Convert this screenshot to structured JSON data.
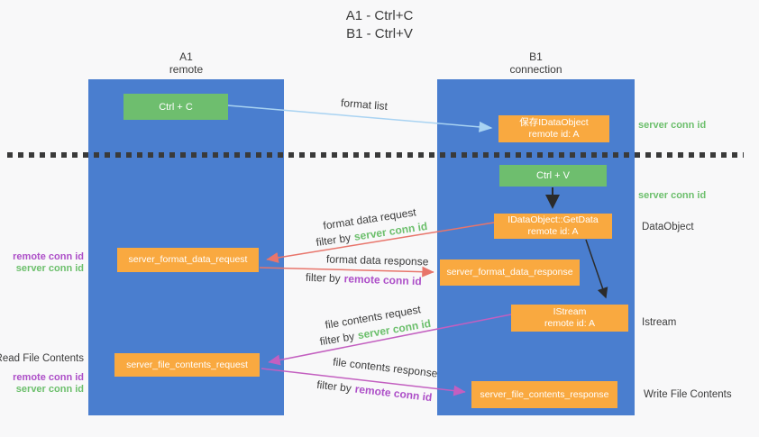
{
  "title": {
    "line1": "A1 - Ctrl+C",
    "line2": "B1 - Ctrl+V"
  },
  "lanes": {
    "left": {
      "id": "A1",
      "role": "remote"
    },
    "right": {
      "id": "B1",
      "role": "connection"
    }
  },
  "nodes": {
    "ctrl_c": {
      "label": "Ctrl + C"
    },
    "ctrl_v": {
      "label": "Ctrl + V"
    },
    "save_idataobject": {
      "line1": "保存IDataObject",
      "line2": "remote id: A"
    },
    "getdata": {
      "line1": "IDataObject::GetData",
      "line2": "remote id: A"
    },
    "istream": {
      "line1": "IStream",
      "line2": "remote id: A"
    },
    "server_format_data_request": {
      "label": "server_format_data_request"
    },
    "server_format_data_response": {
      "label": "server_format_data_response"
    },
    "server_file_contents_request": {
      "label": "server_file_contents_request"
    },
    "server_file_contents_response": {
      "label": "server_file_contents_response"
    }
  },
  "flows": {
    "format_list": {
      "label": "format list"
    },
    "format_data_request": {
      "label": "format data request",
      "filter_prefix": "filter by",
      "filter_key": "server conn id"
    },
    "format_data_response": {
      "label": "format data response",
      "filter_prefix": "filter by",
      "filter_key": "remote conn id"
    },
    "file_contents_request": {
      "label": "file contents request",
      "filter_prefix": "filter by",
      "filter_key": "server conn id"
    },
    "file_contents_response": {
      "label": "file contents response",
      "filter_prefix": "filter by",
      "filter_key": "remote conn id"
    }
  },
  "side_labels": {
    "left": {
      "remote_conn_id_1": "remote conn id",
      "server_conn_id_1": "server conn id",
      "read_file_contents": "Read File Contents",
      "remote_conn_id_2": "remote conn id",
      "server_conn_id_2": "server conn id"
    },
    "right": {
      "server_conn_id_1": "server conn id",
      "server_conn_id_2": "server conn id",
      "dataobject": "DataObject",
      "istream": "Istream",
      "write_file_contents": "Write File Contents"
    }
  },
  "colors": {
    "lane_blue": "#4a7ecf",
    "node_green": "#6ebe6e",
    "node_orange": "#f9a940",
    "arrow_light_blue": "#a9d3f2",
    "arrow_red": "#e8756b",
    "arrow_purple": "#c35fc0",
    "arrow_black": "#2b2b2b",
    "label_green": "#6cbf6c",
    "label_purple": "#ad4fc8",
    "separator_dash": "#3a3a3a"
  }
}
